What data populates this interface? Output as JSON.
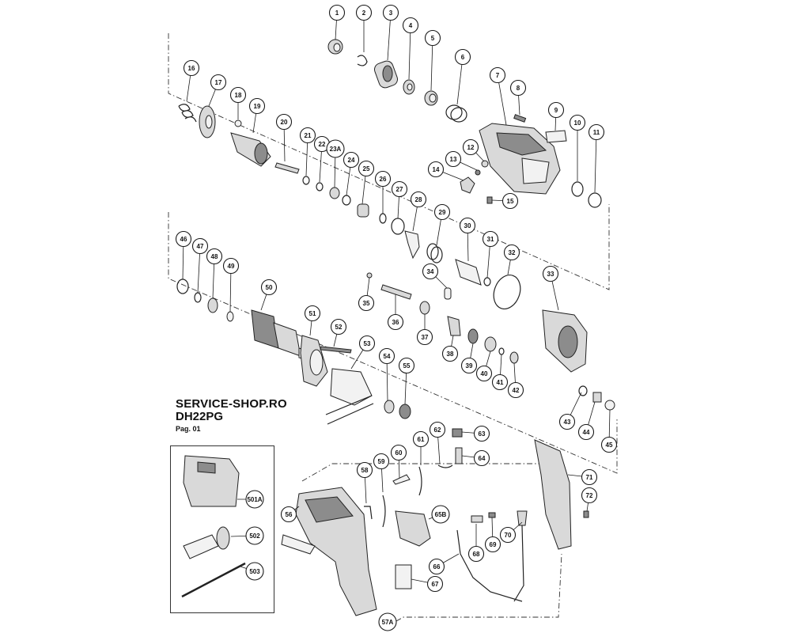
{
  "title_block": {
    "shop": "SERVICE-SHOP.RO",
    "model": "DH22PG",
    "page": "Pag. 01"
  },
  "callouts": [
    {
      "label": "1"
    },
    {
      "label": "2"
    },
    {
      "label": "3"
    },
    {
      "label": "4"
    },
    {
      "label": "5"
    },
    {
      "label": "6"
    },
    {
      "label": "7"
    },
    {
      "label": "8"
    },
    {
      "label": "9"
    },
    {
      "label": "10"
    },
    {
      "label": "11"
    },
    {
      "label": "12"
    },
    {
      "label": "13"
    },
    {
      "label": "14"
    },
    {
      "label": "15"
    },
    {
      "label": "16"
    },
    {
      "label": "17"
    },
    {
      "label": "18"
    },
    {
      "label": "19"
    },
    {
      "label": "20"
    },
    {
      "label": "21"
    },
    {
      "label": "22"
    },
    {
      "label": "23A"
    },
    {
      "label": "24"
    },
    {
      "label": "25"
    },
    {
      "label": "26"
    },
    {
      "label": "27"
    },
    {
      "label": "28"
    },
    {
      "label": "29"
    },
    {
      "label": "30"
    },
    {
      "label": "31"
    },
    {
      "label": "32"
    },
    {
      "label": "33"
    },
    {
      "label": "34"
    },
    {
      "label": "35"
    },
    {
      "label": "36"
    },
    {
      "label": "37"
    },
    {
      "label": "38"
    },
    {
      "label": "39"
    },
    {
      "label": "40"
    },
    {
      "label": "41"
    },
    {
      "label": "42"
    },
    {
      "label": "43"
    },
    {
      "label": "44"
    },
    {
      "label": "45"
    },
    {
      "label": "46"
    },
    {
      "label": "47"
    },
    {
      "label": "48"
    },
    {
      "label": "49"
    },
    {
      "label": "50"
    },
    {
      "label": "51"
    },
    {
      "label": "52"
    },
    {
      "label": "53"
    },
    {
      "label": "54"
    },
    {
      "label": "55"
    },
    {
      "label": "56"
    },
    {
      "label": "57A"
    },
    {
      "label": "58"
    },
    {
      "label": "59"
    },
    {
      "label": "60"
    },
    {
      "label": "61"
    },
    {
      "label": "62"
    },
    {
      "label": "63"
    },
    {
      "label": "64"
    },
    {
      "label": "65B"
    },
    {
      "label": "66"
    },
    {
      "label": "67"
    },
    {
      "label": "68"
    },
    {
      "label": "69"
    },
    {
      "label": "70"
    },
    {
      "label": "71"
    },
    {
      "label": "72"
    },
    {
      "label": "501A"
    },
    {
      "label": "502"
    },
    {
      "label": "503"
    }
  ]
}
